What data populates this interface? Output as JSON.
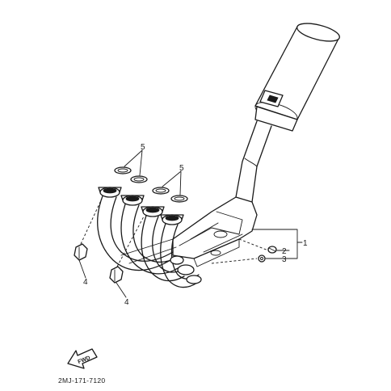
{
  "callouts": {
    "c1": "1",
    "c2": "2",
    "c3": "3",
    "c4a": "4",
    "c4b": "4",
    "c5a": "5",
    "c5b": "5"
  },
  "direction_label": "FWD",
  "figure_code": "2MJ-171-7120",
  "colors": {
    "line": "#1a1a1a",
    "background": "#ffffff"
  }
}
